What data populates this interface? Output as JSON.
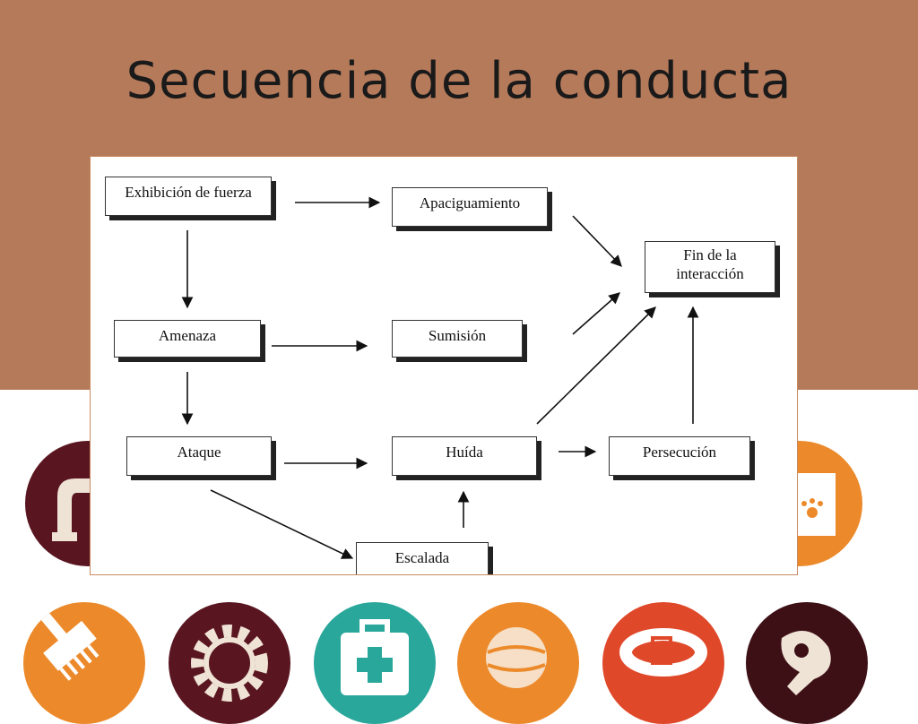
{
  "slide": {
    "title": "Secuencia de la conducta",
    "colors": {
      "band": "#b57a5a",
      "background": "#ffffff"
    }
  },
  "diagram": {
    "nodes": {
      "exhibicion": "Exhibición de fuerza",
      "apaciguamiento": "Apaciguamiento",
      "fin": "Fin de la\ninteracción",
      "amenaza": "Amenaza",
      "sumision": "Sumisión",
      "ataque": "Ataque",
      "huida": "Huída",
      "persecucion": "Persecución",
      "escalada": "Escalada"
    }
  },
  "icons": [
    {
      "name": "faucet-icon",
      "color": "#5a1620"
    },
    {
      "name": "pet-food-bag-icon",
      "color": "#ec8a2b"
    },
    {
      "name": "brush-icon",
      "color": "#ec8a2b"
    },
    {
      "name": "gear-icon",
      "color": "#5a1620"
    },
    {
      "name": "first-aid-kit-icon",
      "color": "#2aa79b"
    },
    {
      "name": "ball-icon",
      "color": "#ec8a2b"
    },
    {
      "name": "collar-icon",
      "color": "#e0482a"
    },
    {
      "name": "meat-bone-icon",
      "color": "#3d1016"
    }
  ]
}
